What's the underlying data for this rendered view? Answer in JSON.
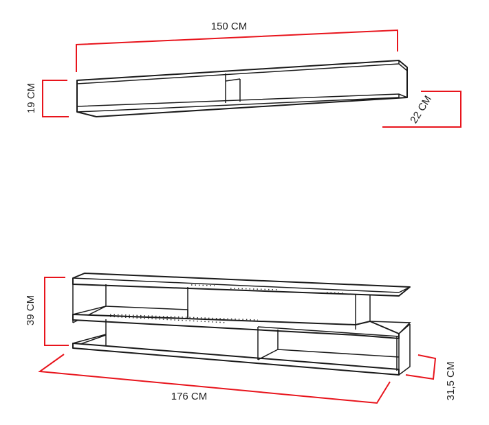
{
  "wall_shelf": {
    "width_label": "150 CM",
    "height_label": "19 CM",
    "depth_label": "22 CM"
  },
  "tv_unit": {
    "width_label": "176 CM",
    "height_label": "39 CM",
    "depth_label": "31,5 CM"
  },
  "colors": {
    "dimension_line": "#e8141c",
    "outline": "#1a1a1a"
  }
}
